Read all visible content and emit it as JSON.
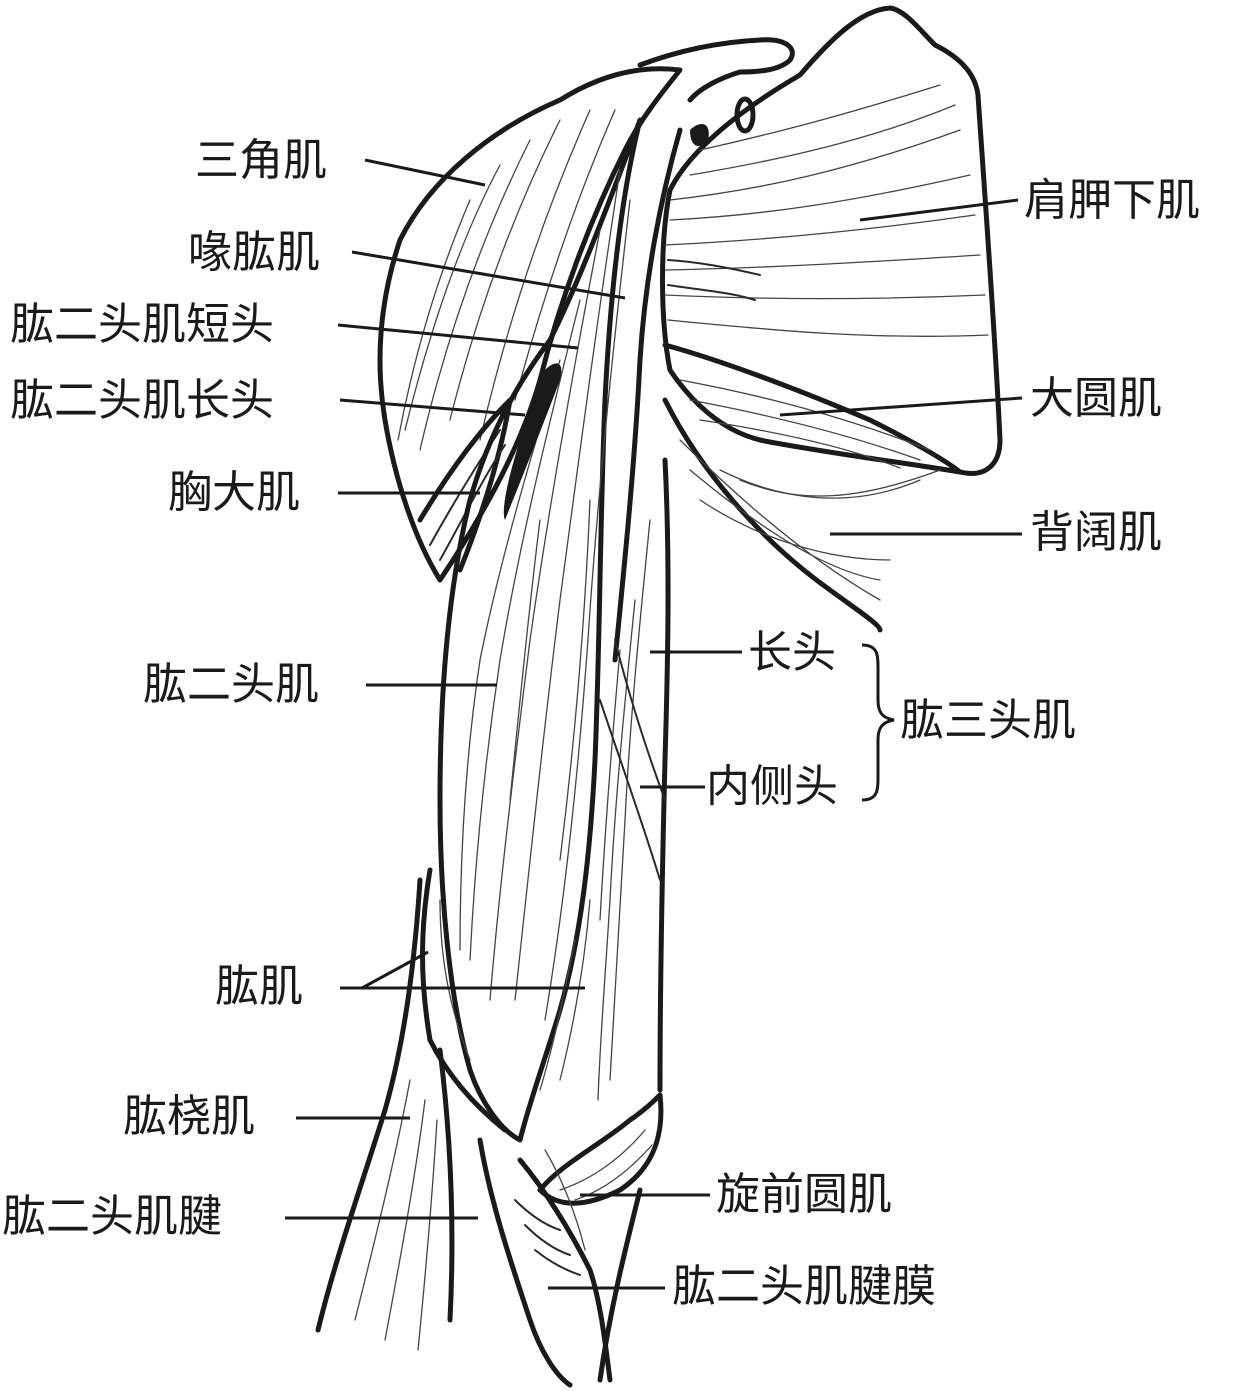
{
  "labels": {
    "deltoid": "三角肌",
    "coracobrachialis": "喙肱肌",
    "biceps_short_head": "肱二头肌短头",
    "biceps_long_head": "肱二头肌长头",
    "pectoralis_major": "胸大肌",
    "biceps": "肱二头肌",
    "brachialis": "肱肌",
    "brachioradialis": "肱桡肌",
    "biceps_tendon": "肱二头肌腱",
    "subscapularis": "肩胛下肌",
    "teres_major": "大圆肌",
    "latissimus_dorsi": "背阔肌",
    "long_head": "长头",
    "medial_head": "内侧头",
    "triceps": "肱三头肌",
    "pronator_teres": "旋前圆肌",
    "bicipital_aponeurosis": "肱二头肌腱膜"
  }
}
